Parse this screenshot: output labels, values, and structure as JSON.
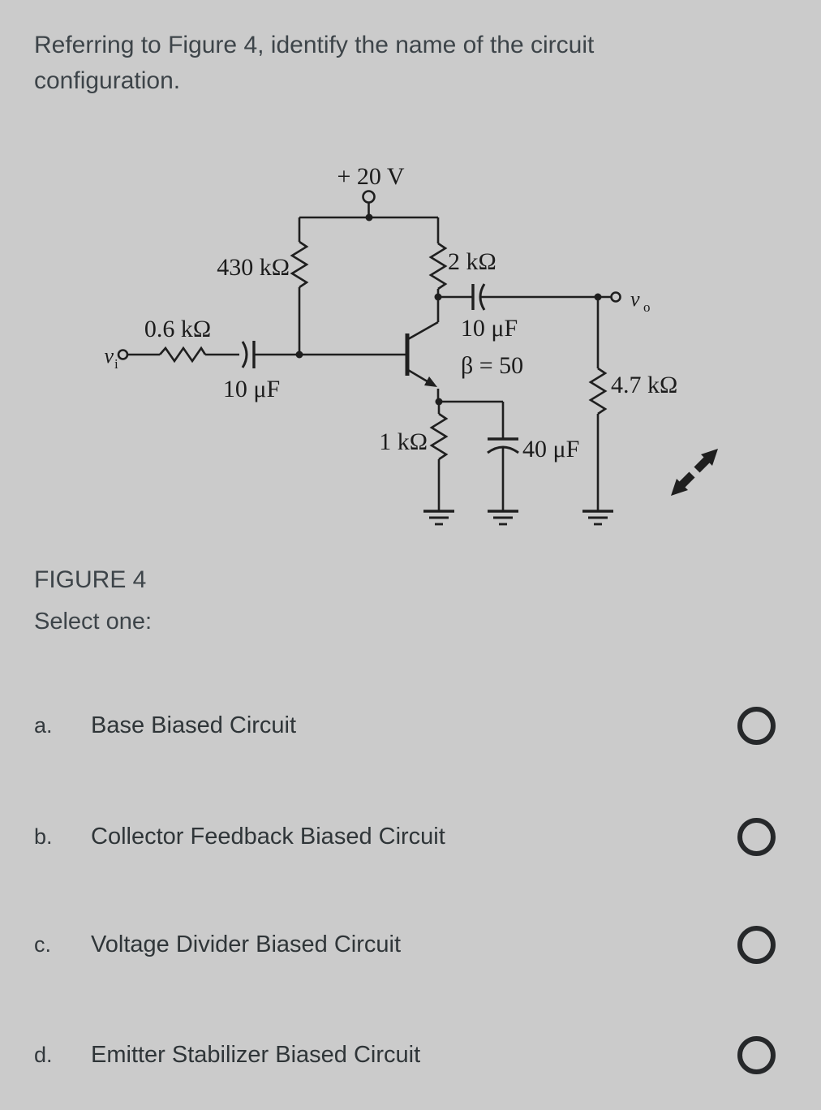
{
  "question": {
    "line1": "Referring to Figure 4, identify the name of the circuit",
    "line2": "configuration."
  },
  "figure": {
    "caption": "FIGURE 4",
    "labels": {
      "vcc": "+ 20 V",
      "r_base": "430 kΩ",
      "r_collector": "2 kΩ",
      "r_input": "0.6 kΩ",
      "c_input": "10 μF",
      "c_output": "10 μF",
      "beta": "β = 50",
      "r_load": "4.7 kΩ",
      "r_emitter": "1 kΩ",
      "c_bypass": "40 μF",
      "vi_base": "v",
      "vi_sub": "i",
      "vo_base": "v",
      "vo_sub": "o"
    },
    "colors": {
      "line": "#1f1f1f",
      "background": "#cbcbcb"
    }
  },
  "prompt": "Select one:",
  "options": [
    {
      "letter": "a.",
      "label": "Base Biased Circuit"
    },
    {
      "letter": "b.",
      "label": "Collector Feedback Biased Circuit"
    },
    {
      "letter": "c.",
      "label": "Voltage Divider Biased Circuit"
    },
    {
      "letter": "d.",
      "label": "Emitter Stabilizer Biased Circuit"
    }
  ]
}
